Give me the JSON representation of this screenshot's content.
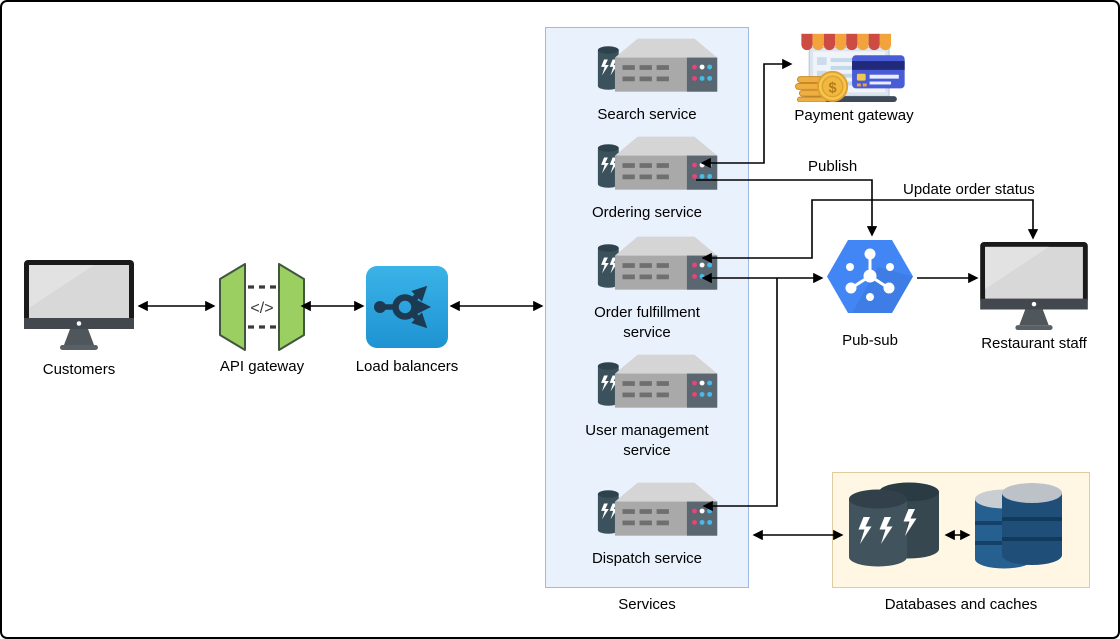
{
  "diagram": {
    "nodes": {
      "customers": {
        "label": "Customers"
      },
      "api_gateway": {
        "label": "API gateway",
        "code_glyph": "</>"
      },
      "load_balancers": {
        "label": "Load balancers"
      },
      "payment_gateway": {
        "label": "Payment gateway",
        "coin_symbol": "$"
      },
      "pub_sub": {
        "label": "Pub-sub"
      },
      "restaurant_staff": {
        "label": "Restaurant staff"
      }
    },
    "groups": {
      "services": {
        "label": "Services",
        "items": [
          {
            "label": "Search service"
          },
          {
            "label": "Ordering service"
          },
          {
            "label": "Order fulfillment service"
          },
          {
            "label": "User management service"
          },
          {
            "label": "Dispatch service"
          }
        ]
      },
      "databases_and_caches": {
        "label": "Databases and caches"
      }
    },
    "edge_labels": {
      "publish": "Publish",
      "update_order_status": "Update order status"
    },
    "colors": {
      "services_box_fill": "#E9F1FC",
      "services_box_border": "#9DBBE3",
      "db_box_fill": "#FFF7E4",
      "db_box_border": "#DECB9F",
      "pubsub_blue": "#4285F4",
      "load_balancer_blue": "#2AA7E0",
      "gateway_green": "#9BCF62",
      "server_gray": "#A9A9A9",
      "cache_slate": "#37474F",
      "database_navy": "#1F4E79",
      "arrow_black": "#000000"
    }
  }
}
